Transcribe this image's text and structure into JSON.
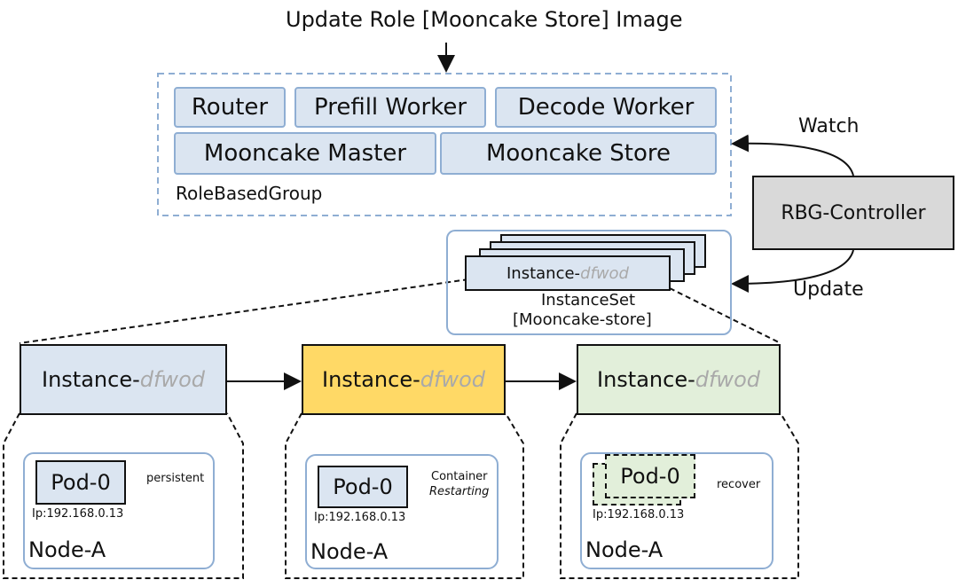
{
  "title": "Update Role [Mooncake Store] Image",
  "group": {
    "label": "RoleBasedGroup",
    "roles": [
      "Router",
      "Prefill Worker",
      "Decode Worker",
      "Mooncake Master",
      "Mooncake Store"
    ]
  },
  "controller": {
    "label": "RBG-Controller",
    "watch_label": "Watch",
    "update_label": "Update"
  },
  "instance_set": {
    "instance_prefix": "Instance-",
    "instance_suffix": "dfwod",
    "label_line1": "InstanceSet",
    "label_line2": "[Mooncake-store]"
  },
  "stages": [
    {
      "instance_prefix": "Instance-",
      "instance_suffix": "dfwod",
      "fill": "#dbe5f1",
      "pod": "Pod-0",
      "ip": "Ip:192.168.0.13",
      "node": "Node-A",
      "annotation": "persistent"
    },
    {
      "instance_prefix": "Instance-",
      "instance_suffix": "dfwod",
      "fill": "#ffd966",
      "pod": "Pod-0",
      "ip": "Ip:192.168.0.13",
      "node": "Node-A",
      "annotation_line1": "Container",
      "annotation_line2": "Restarting"
    },
    {
      "instance_prefix": "Instance-",
      "instance_suffix": "dfwod",
      "fill": "#e2efda",
      "pod": "Pod-0",
      "pod_ghost": "Pod-0",
      "ip": "Ip:192.168.0.13",
      "node": "Node-A",
      "annotation": "recover"
    }
  ],
  "colors": {
    "role_fill": "#dbe5f1",
    "role_border": "#8faed3",
    "controller_fill": "#d9d9d9"
  }
}
